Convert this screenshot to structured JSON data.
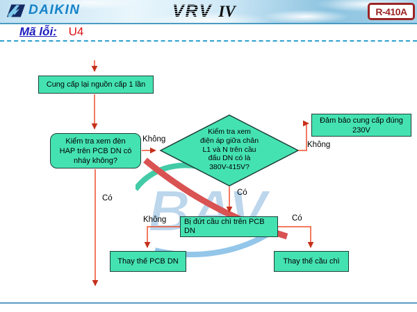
{
  "header": {
    "brand": "DAIKIN",
    "product_name": "VRV",
    "product_version": "IV",
    "refrigerant_badge": "R-410A"
  },
  "error": {
    "label": "Mã lỗi:",
    "code": "U4"
  },
  "watermark_text": "BAV",
  "colors": {
    "node_fill": "#45e2b1",
    "node_border": "#1c3f38",
    "arrow": "#ee4e2b",
    "arrowhead": "#c5301c",
    "brand_blue": "#1583c9",
    "badge_red": "#9b2424",
    "error_label_blue": "#1c1cc0",
    "error_code_red": "#e01212",
    "separator_blue": "#2d9fce",
    "footer_blue": "#5b9ac5"
  },
  "flowchart": {
    "nodes": {
      "start": "Cung cấp lại nguồn cấp 1 lần",
      "check_hap": "Kiểm tra xem đèn\nHAP trên PCB DN có\nnháy không?",
      "check_voltage": "Kiểm tra xem\nđiện áp giữa chân\nL1 và N trên cầu\nđấu DN có là\n380V-415V?",
      "ensure_230v": "Đảm bảo cung cấp đúng\n230V",
      "fuse_blown": "Bị đứt cầu chì trên PCB\nDN",
      "replace_pcb": "Thay thế PCB DN",
      "replace_fuse": "Thay thế cầu chì"
    },
    "edge_labels": {
      "hap_no": "Không",
      "hap_yes": "Có",
      "voltage_no": "Không",
      "voltage_yes": "Có",
      "fuse_no": "Không",
      "fuse_yes": "Có"
    }
  }
}
